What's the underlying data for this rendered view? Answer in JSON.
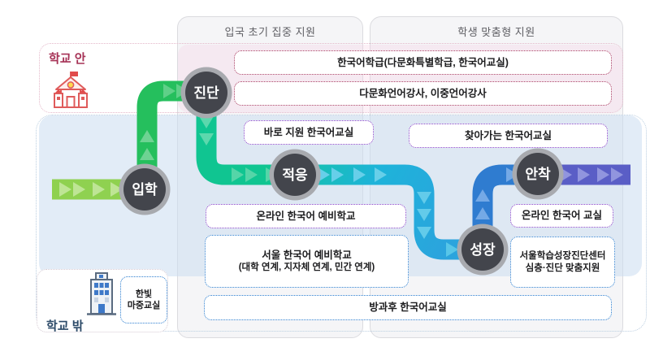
{
  "columns": [
    {
      "header": "입국 초기 집중 지원"
    },
    {
      "header": "학생 맞춤형 지원"
    }
  ],
  "zones": {
    "inside_label": "학교 안",
    "outside_label": "학교 밖"
  },
  "stations": [
    {
      "label": "입학"
    },
    {
      "label": "진단"
    },
    {
      "label": "적응"
    },
    {
      "label": "성장"
    },
    {
      "label": "안착"
    }
  ],
  "boxes": [
    {
      "text": "한국어학급(다문화특별학급, 한국어교실)",
      "style": "crimson"
    },
    {
      "text": "다문화언어강사, 이중언어강사",
      "style": "crimson"
    },
    {
      "text": "바로 지원 한국어교실",
      "style": "purple"
    },
    {
      "text": "찾아가는 한국어교실",
      "style": "purple"
    },
    {
      "text": "온라인 한국어 예비학교",
      "style": "purple"
    },
    {
      "text": "온라인 한국어 교실",
      "style": "purple"
    },
    {
      "lines": [
        "서울 한국어 예비학교",
        "(대학 연계, 지자체 연계, 민간 연계)"
      ],
      "style": "blue"
    },
    {
      "lines": [
        "서울학습성장진단센터",
        "심층·진단 맞춤지원"
      ],
      "style": "blue"
    },
    {
      "text": "방과후 한국어교실",
      "style": "blue"
    },
    {
      "lines": [
        "한빛",
        "마중교실"
      ],
      "style": "blue"
    }
  ],
  "colors": {
    "line_light_green": "#8fd150",
    "line_green": "#25bf5d",
    "line_teal": "#10c591",
    "line_cyan": "#1eb3da",
    "line_blue": "#2f7cd0",
    "line_purple": "#5a5ec6",
    "station_ring": "#a8aaaf",
    "station_fill": "#43454c",
    "border_crimson": "#a93a62",
    "border_purple": "#8743c9",
    "border_blue": "#2e7fd0",
    "zone_inside_text": "#a63256",
    "zone_outside_text": "#2c4a68",
    "band_blue_bg": "#e6edf5",
    "row_inside_tint": "#f9eff4",
    "panel_bg": "#f5f5f7"
  }
}
